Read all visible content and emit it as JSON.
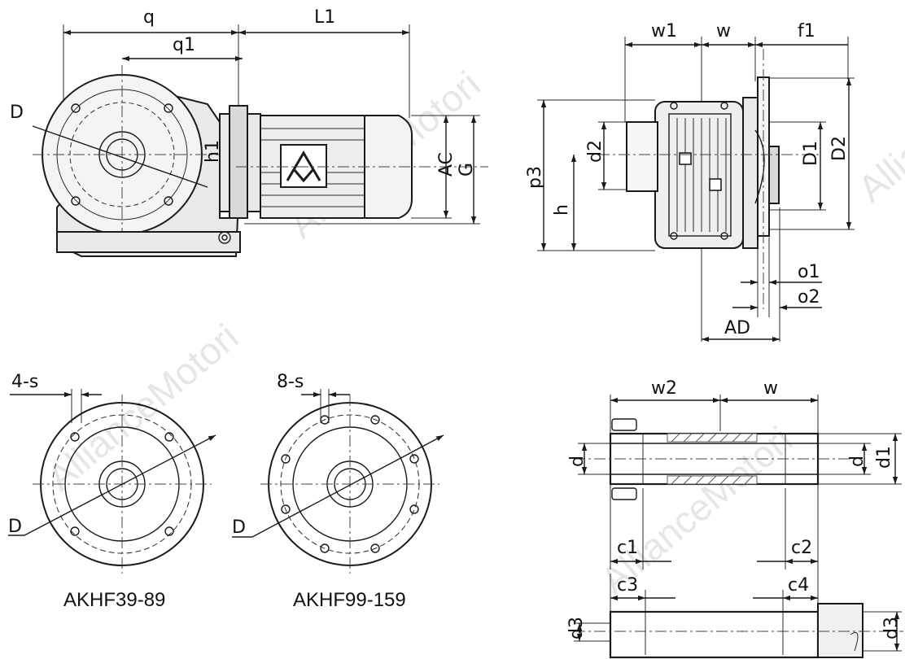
{
  "watermark": "AllianceMotori",
  "logo": "AM",
  "side_view": {
    "labels": {
      "q": "q",
      "q1": "q1",
      "L1": "L1",
      "D": "D",
      "h1": "h1",
      "AC": "AC",
      "G": "G"
    }
  },
  "front_view": {
    "labels": {
      "w1": "w1",
      "w": "w",
      "f1": "f1",
      "p3": "p3",
      "d2": "d2",
      "h": "h",
      "D1": "D1",
      "D2": "D2",
      "o1": "o1",
      "o2": "o2",
      "AD": "AD"
    }
  },
  "flange_small": {
    "holes_label": "4-s",
    "d_label": "D",
    "caption": "AKHF39-89"
  },
  "flange_large": {
    "holes_label": "8-s",
    "d_label": "D",
    "caption": "AKHF99-159"
  },
  "shaft_section": {
    "labels": {
      "w2": "w2",
      "w": "w",
      "d_left": "d",
      "d_right": "d",
      "d1": "d1",
      "c1": "c1",
      "c2": "c2"
    }
  },
  "shaft_bottom": {
    "labels": {
      "c3": "c3",
      "c4": "c4",
      "d3_left": "d3",
      "d3_right": "d3"
    }
  }
}
